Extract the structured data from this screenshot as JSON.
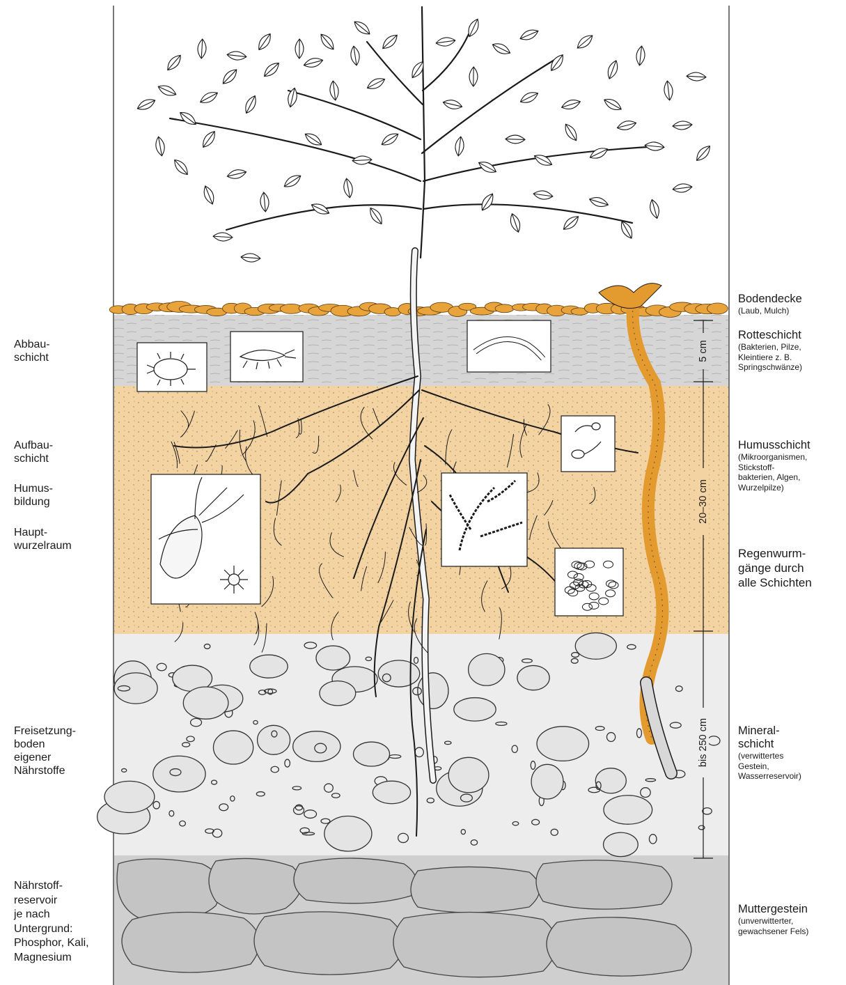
{
  "colors": {
    "litter": "#e8a33a",
    "decomposition_layer": "#d6d6d6",
    "humus_layer": "#f3d3a2",
    "mineral_layer": "#ededed",
    "bedrock": "#cfcfcf",
    "earthworm": "#e39a2e",
    "ink": "#1a1a1a"
  },
  "left_labels": {
    "abbau": [
      "Abbau-",
      "schicht"
    ],
    "aufbau": [
      "Aufbau-",
      "schicht"
    ],
    "humusbildung": [
      "Humus-",
      "bildung"
    ],
    "hauptwurzelraum": [
      "Haupt-",
      "wurzelraum"
    ],
    "freisetzung": [
      "Freisetzung-",
      "boden",
      "eigener",
      "Nährstoffe"
    ],
    "naehrstoff": [
      "Nährstoff-",
      "reservoir",
      "je nach",
      "Untergrund:",
      "Phosphor, Kali,",
      "Magnesium"
    ]
  },
  "right_labels": {
    "bodendecke": {
      "title": "Bodendecke",
      "sub": [
        "(Laub, Mulch)"
      ]
    },
    "rotteschicht": {
      "title": "Rotteschicht",
      "sub": [
        "(Bakterien, Pilze,",
        "Kleintiere z. B.",
        "Springschwänze)"
      ]
    },
    "humusschicht": {
      "title": "Humusschicht",
      "sub": [
        "(Mikroorganismen,",
        "Stickstoff-",
        "bakterien, Algen,",
        "Wurzelpilze)"
      ]
    },
    "regenwurm": [
      "Regenwurm-",
      "gänge durch",
      "alle Schichten"
    ],
    "mineralschicht": {
      "title": [
        "Mineral-",
        "schicht"
      ],
      "sub": [
        "(verwittertes",
        "Gestein,",
        "Wasserreservoir)"
      ]
    },
    "muttergestein": {
      "title": "Muttergestein",
      "sub": [
        "(unverwitterter,",
        "gewachsener Fels)"
      ]
    }
  },
  "measurements": {
    "top": "5 cm",
    "middle": "20–30 cm",
    "bottom": "bis 250 cm"
  },
  "inset_icons": [
    "springtail-icon",
    "woodlouse-icon",
    "worm-larva-icon",
    "nitrogen-bacteria-icon",
    "mycorrhiza-icon",
    "algae-filament-icon",
    "cell-cluster-icon"
  ]
}
